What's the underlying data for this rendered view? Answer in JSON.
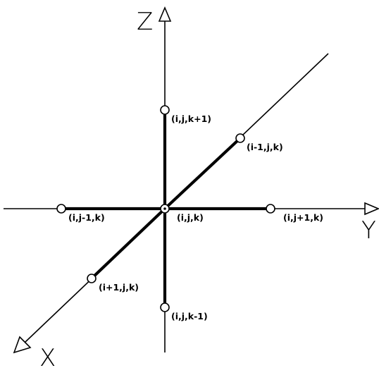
{
  "axes": {
    "x_label": "X",
    "y_label": "Y",
    "z_label": "Z"
  },
  "nodes": {
    "center": "(i,j,k)",
    "z_plus": "(i,j,k+1)",
    "z_minus": "(i,j,k-1)",
    "y_plus": "(i,j+1,k)",
    "y_minus": "(i,j-1,k)",
    "x_minus": "(i-1,j,k)",
    "x_plus": "(i+1,j,k)"
  }
}
